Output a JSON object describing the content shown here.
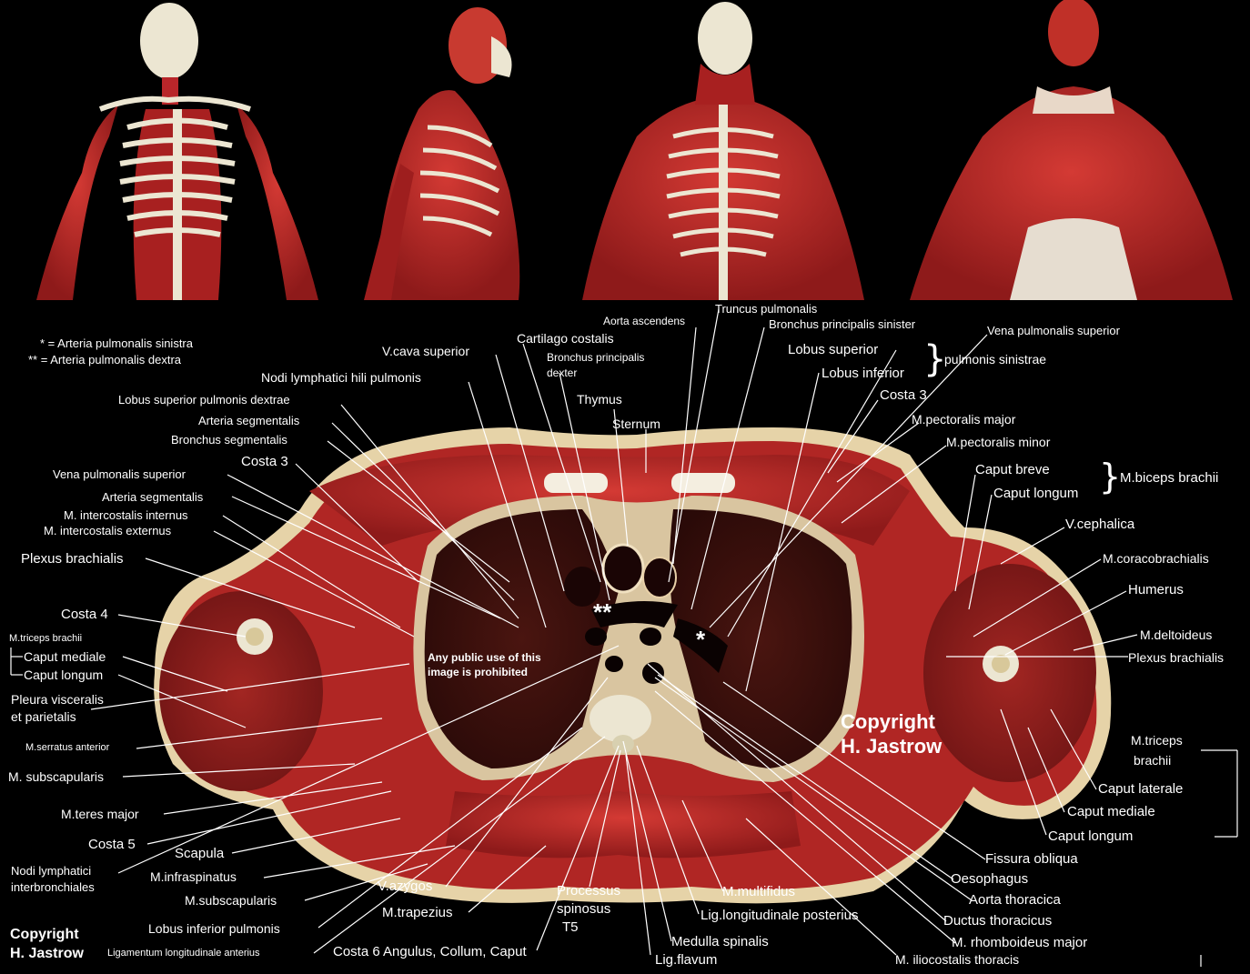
{
  "legend": {
    "single_star": "* = Arteria pulmonalis sinistra",
    "double_star": "** = Arteria pulmonalis dextra"
  },
  "markers": {
    "single": "*",
    "double": "**"
  },
  "top": {
    "truncus_pulmonalis": "Truncus pulmonalis",
    "aorta_ascendens": "Aorta ascendens",
    "bronchus_principalis_sinister": "Bronchus principalis sinister",
    "vena_pulmonalis_superior": "Vena pulmonalis superior",
    "v_cava_superior": "V.cava superior",
    "cartilago_costalis": "Cartilago costalis",
    "bronchus_principalis_dexter_1": "Bronchus principalis",
    "bronchus_principalis_dexter_2": "dexter",
    "lobus_superior": "Lobus superior",
    "lobus_inferior": "Lobus inferior",
    "pulmonis_sinistrae": "pulmonis sinistrae",
    "nodi_lymphatici_hili": "Nodi lymphatici hili pulmonis",
    "thymus": "Thymus",
    "sternum": "Sternum",
    "costa_3_right": "Costa 3"
  },
  "left": {
    "lobus_superior_pulmonis_dextrae": "Lobus superior pulmonis dextrae",
    "arteria_segmentalis_1": "Arteria segmentalis",
    "bronchus_segmentalis": "Bronchus segmentalis",
    "costa_3": "Costa 3",
    "vena_pulmonalis_superior": "Vena pulmonalis superior",
    "arteria_segmentalis_2": "Arteria segmentalis",
    "m_intercostalis_internus": "M. intercostalis internus",
    "m_intercostalis_externus": "M. intercostalis externus",
    "plexus_brachialis": "Plexus brachialis",
    "costa_4": "Costa 4",
    "m_triceps_brachii": "M.triceps brachii",
    "caput_mediale": "Caput mediale",
    "caput_longum": "Caput longum",
    "pleura_1": "Pleura visceralis",
    "pleura_2": "et parietalis",
    "m_serratus_anterior": "M.serratus anterior",
    "m_subscapularis": "M. subscapularis",
    "m_teres_major": "M.teres major",
    "costa_5": "Costa 5",
    "scapula": "Scapula",
    "nodi_interbronchiales_1": "Nodi lymphatici",
    "nodi_interbronchiales_2": "interbronchiales",
    "m_infraspinatus": "M.infraspinatus",
    "m_subscapularis_2": "M.subscapularis",
    "lobus_inferior_pulmonis": "Lobus inferior pulmonis",
    "ligamentum_longitudinale_anterius": "Ligamentum longitudinale anterius"
  },
  "right": {
    "m_pectoralis_major": "M.pectoralis major",
    "m_pectoralis_minor": "M.pectoralis minor",
    "caput_breve": "Caput breve",
    "caput_longum": "Caput longum",
    "m_biceps_brachii": "M.biceps brachii",
    "v_cephalica": "V.cephalica",
    "m_coracobrachialis": "M.coracobrachialis",
    "humerus": "Humerus",
    "m_deltoideus": "M.deltoideus",
    "plexus_brachialis": "Plexus brachialis",
    "m_triceps_1": "M.triceps",
    "m_triceps_2": "brachii",
    "caput_laterale": "Caput laterale",
    "caput_mediale": "Caput mediale",
    "caput_longum_2": "Caput longum",
    "fissura_obliqua": "Fissura obliqua",
    "oesophagus": "Oesophagus",
    "aorta_thoracica": "Aorta thoracica",
    "ductus_thoracicus": "Ductus thoracicus",
    "m_rhomboideus_major": "M. rhomboideus major",
    "m_iliocostalis_thoracis": "M. iliocostalis thoracis"
  },
  "bottom": {
    "v_azygos": "V.azygos",
    "m_trapezius": "M.trapezius",
    "processus_1": "Processus",
    "processus_2": "spinosus",
    "processus_3": "T5",
    "costa_6": "Costa 6 Angulus, Collum, Caput",
    "m_multifidus": "M.multifidus",
    "lig_longitudinale_posterius": "Lig.longitudinale posterius",
    "medulla_spinalis": "Medulla spinalis",
    "lig_flavum": "Lig.flavum"
  },
  "notices": {
    "warning_1": "Any public use of this",
    "warning_2": "image is prohibited",
    "copyright_center_1": "Copyright",
    "copyright_center_2": "H. Jastrow",
    "copyright_corner_1": "Copyright",
    "copyright_corner_2": "H. Jastrow"
  },
  "colors": {
    "background": "#000000",
    "muscle": "#b8262a",
    "muscle_dark": "#7a1618",
    "bone": "#ece6d2",
    "skin": "#e6d3a8",
    "lung": "#3a0f0c",
    "label": "#ffffff"
  }
}
